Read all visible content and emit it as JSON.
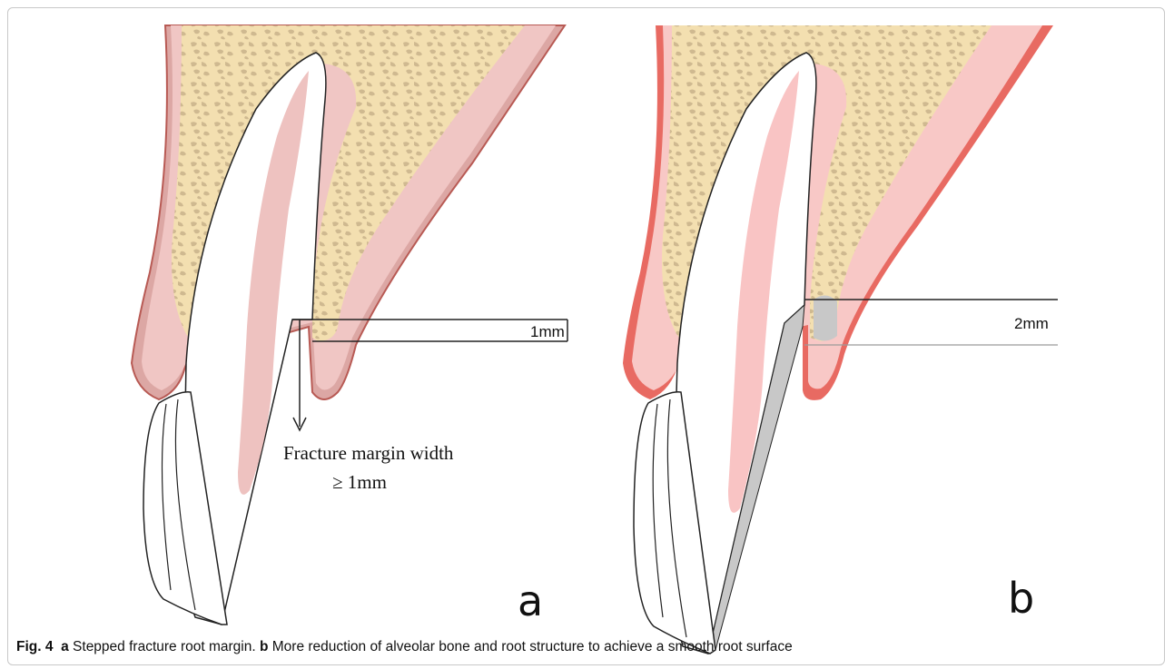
{
  "panel_a": {
    "letter": "a",
    "measure_label": "1mm",
    "annotation_line1": "Fracture margin width",
    "annotation_line2": "≥  1mm"
  },
  "panel_b": {
    "letter": "b",
    "measure_label": "2mm"
  },
  "caption": {
    "fig_label": "Fig. 4",
    "a_marker": "a",
    "a_text": "Stepped fracture root margin.",
    "b_marker": "b",
    "b_text": "More reduction of alveolar bone and root structure to achieve a smooth root surface"
  },
  "colors": {
    "gingiva_outer": "#d9716a",
    "gingiva_light": "#f2c4c2",
    "bone": "#f3dfb0",
    "bone_pattern": "#d8c39a",
    "pulp": "#eec2c0",
    "gingiva_b_outer": "#e8675f",
    "gingiva_b_light": "#f7c8c6",
    "pulp_b": "#f9c4c4",
    "reduction_gray": "#c8c8c8"
  }
}
